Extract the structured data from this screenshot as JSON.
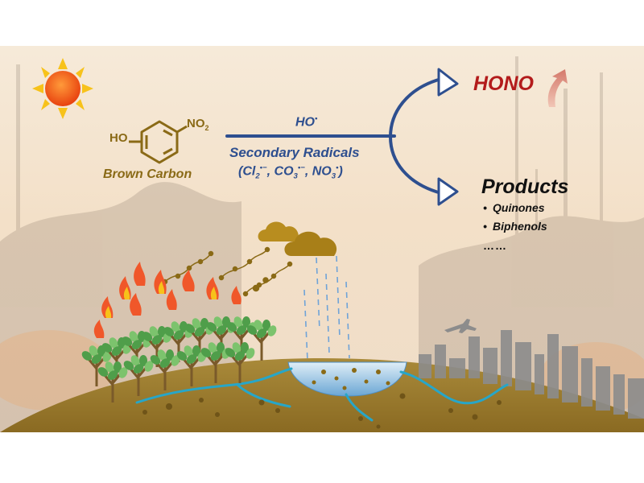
{
  "reaction": {
    "oxidant_main": "HO",
    "oxidant_main_sup": "•",
    "secondary_label": "Secondary Radicals",
    "species": {
      "open": "(",
      "cl": "Cl",
      "cl_sub": "2",
      "cl_sup": "•−",
      "sep1": ", ",
      "co": "CO",
      "co_sub": "3",
      "co_sup": "•−",
      "sep2": ", ",
      "no": "NO",
      "no_sub": "3",
      "no_sup": "•",
      "close": ")"
    }
  },
  "molecule": {
    "ho_group": "HO",
    "no2_main": "NO",
    "no2_sub": "2",
    "name": "Brown Carbon"
  },
  "outputs": {
    "hono": "HONO",
    "products_title": "Products",
    "bullet": "•",
    "products": [
      "Quinones",
      "Biphenols"
    ],
    "ellipsis": "……"
  },
  "colors": {
    "brown_carbon": "#8a6a16",
    "arrow_blue": "#2e4f8f",
    "hono_red": "#b31b1b",
    "up_arrow": "#d58a7c",
    "sun_core": "#f05a1a",
    "sun_rays": "#f7c21a",
    "cloud": "#b88d1f",
    "rain": "#6fa3d8",
    "river": "#27a6c8",
    "ground": "#9a7a2c",
    "tree_leaf": "#5fae57",
    "flame": "#f0572a",
    "city": "#8c8c8c"
  },
  "icons": [
    "sun-icon",
    "cloud-icon",
    "rain-icon",
    "fire-icon",
    "tree-icon",
    "city-skyline-icon",
    "airplane-icon",
    "up-arrow-icon"
  ]
}
